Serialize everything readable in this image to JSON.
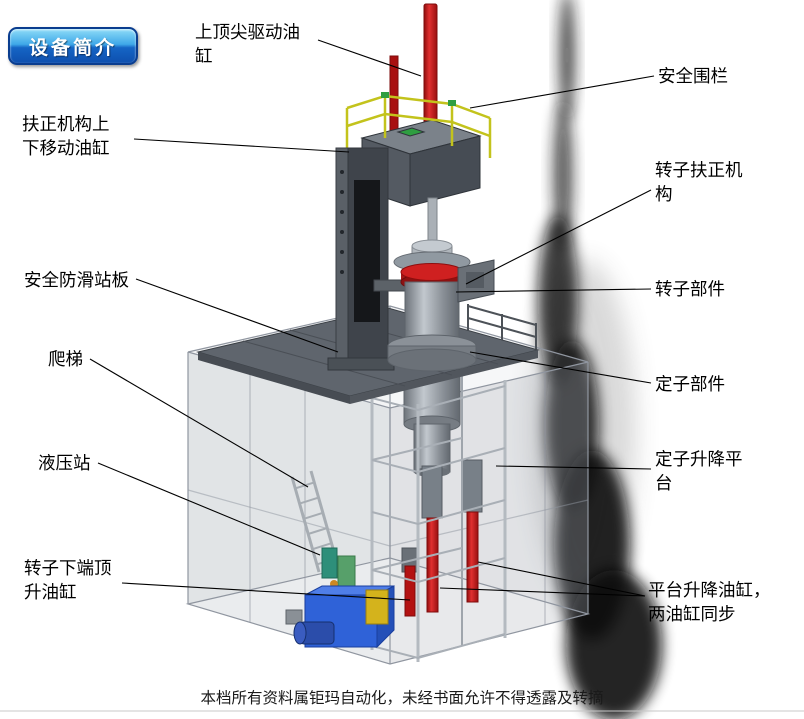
{
  "page": {
    "badge": "设备简介",
    "footer": "本档所有资料属钜玛自动化，未经书面允许不得透露及转摘"
  },
  "labels": {
    "top_tip_cylinder": "上顶尖驱动油\n缸",
    "safety_fence": "安全围栏",
    "centering_updown_cylinder": "扶正机构上\n下移动油缸",
    "rotor_centering_mechanism": "转子扶正机\n构",
    "antislip_plate": "安全防滑站板",
    "rotor_parts": "转子部件",
    "ladder": "爬梯",
    "stator_parts": "定子部件",
    "hydraulic_station": "液压站",
    "stator_lift_platform": "定子升降平\n台",
    "rotor_bottom_jack_cylinder": "转子下端顶\n升油缸",
    "platform_lift_cylinders": "平台升降油缸，\n两油缸同步"
  },
  "colors": {
    "badge_blue": "#1565c5",
    "cylinder_red": "#c61212",
    "railing_yellow": "#c3c31c",
    "hydraulic_blue": "#2f62d8",
    "machine_gray": "#8d939a",
    "deck_gray": "#5f656d"
  }
}
